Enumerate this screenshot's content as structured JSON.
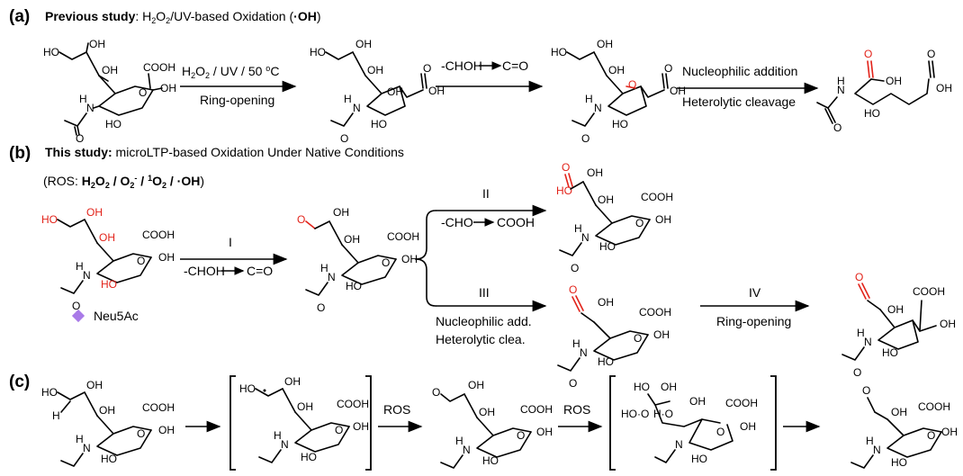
{
  "panel_a": {
    "label": "(a)",
    "title_bold": "Previous study",
    "title_rest": ": H2O2/UV-based Oxidation (",
    "title_radical": "·OH",
    "title_close": ")",
    "step1_cond_top": "H2O2 / UV / 50 oC",
    "step1_cond_bottom": "Ring-opening",
    "step2_left": "-CHOH",
    "step2_right": "C=O",
    "step3_cond_top": "Nucleophilic addition",
    "step3_cond_bottom": "Heterolytic cleavage"
  },
  "panel_b": {
    "label": "(b)",
    "title_bold": "This study:",
    "title_rest": " microLTP-based Oxidation Under Native Conditions",
    "ros_prefix": "(ROS: ",
    "ros_species": "H2O2 / O2- / 1O2 / ·OH",
    "ros_suffix": ")",
    "step_I": "I",
    "step_I_left": "-CHOH",
    "step_I_right": "C=O",
    "step_II": "II",
    "step_II_left": "-CHO",
    "step_II_right": "COOH",
    "step_III": "III",
    "step_III_line1": "Nucleophilic add.",
    "step_III_line2": "Heterolytic clea.",
    "step_IV": "IV",
    "step_IV_cond": "Ring-opening",
    "substrate_name": "Neu5Ac",
    "legend_color": "#a97ae8"
  },
  "panel_c": {
    "label": "(c)",
    "ros_1": "ROS",
    "ros_2": "ROS"
  },
  "atoms": {
    "HO": "HO",
    "OH": "OH",
    "COOH": "COOH",
    "O": "O",
    "HN": "H",
    "N": "N",
    "H": "H"
  },
  "colors": {
    "highlight": "#e2231a",
    "ink": "#000000"
  }
}
